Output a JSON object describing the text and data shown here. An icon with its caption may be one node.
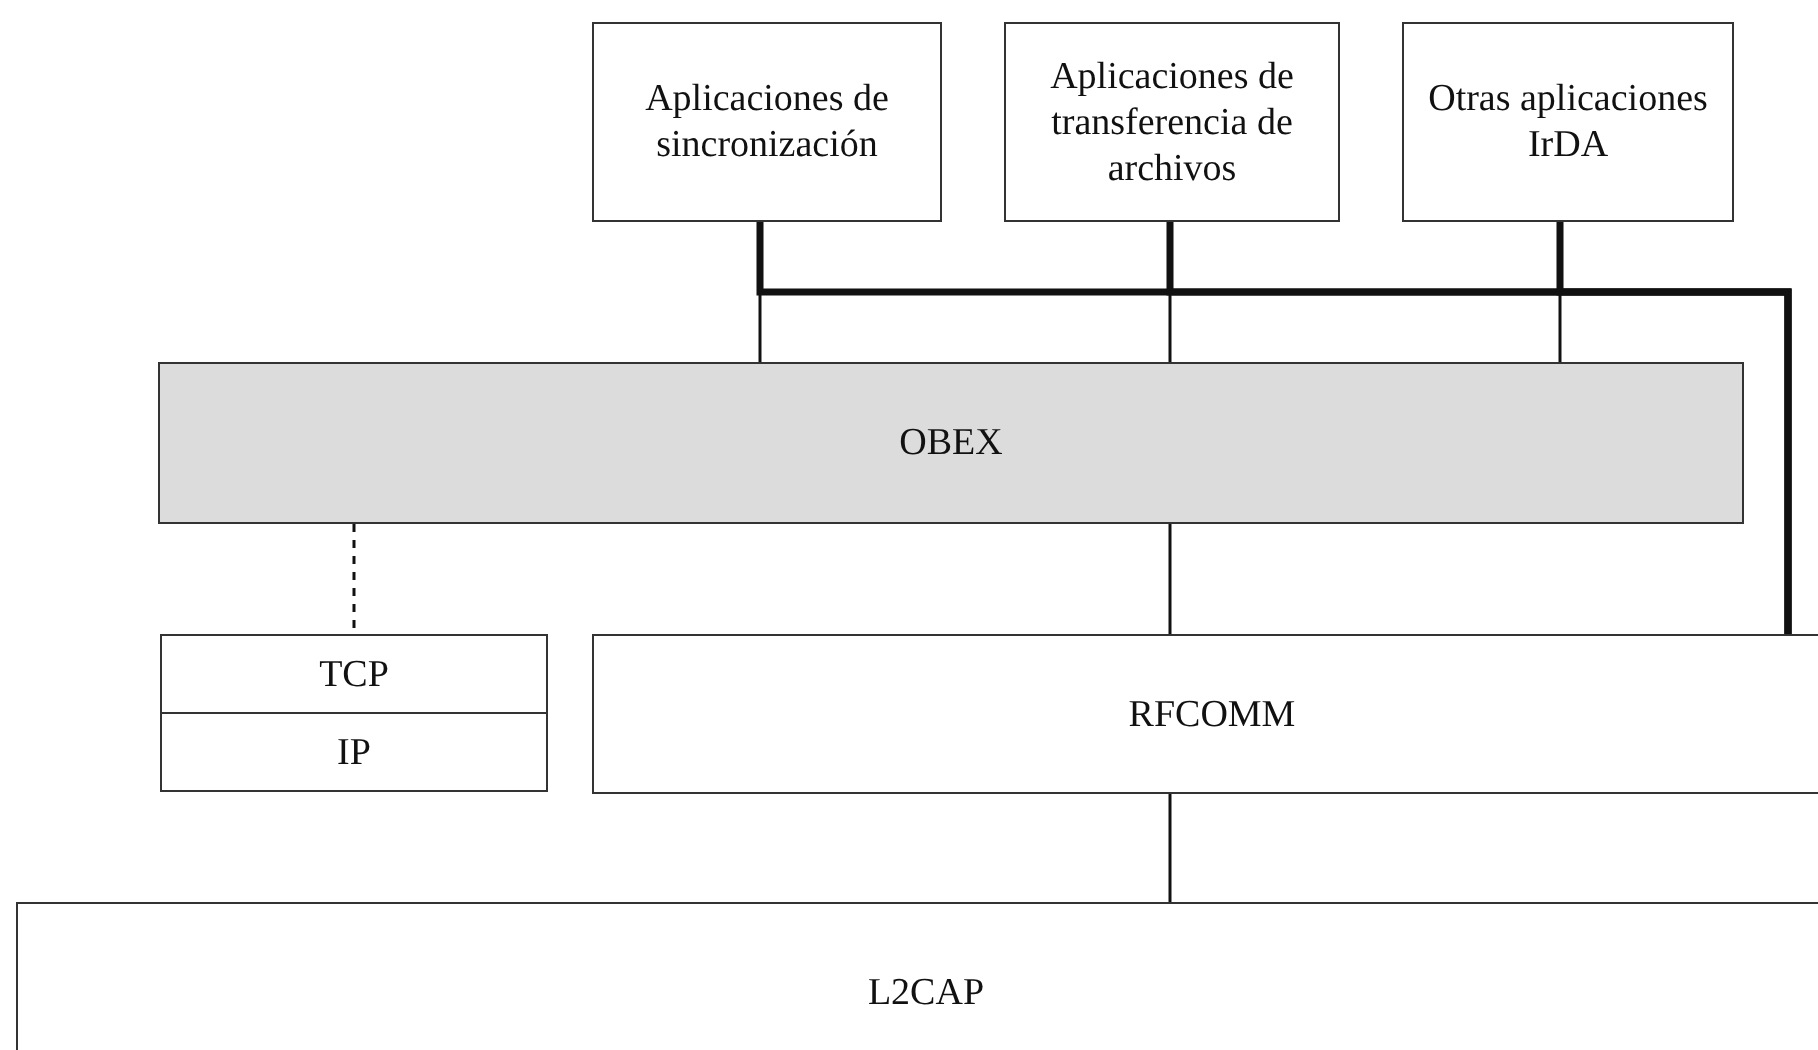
{
  "diagram": {
    "nodes": [
      {
        "text": [
          "Aplicaciones de sincronización"
        ]
      },
      {
        "text": [
          "Aplicaciones de transferencia de archivos"
        ]
      },
      {
        "text": [
          "Otras aplicaciones IrDA"
        ]
      },
      {
        "text": [
          "OBEX"
        ]
      },
      {
        "text": [
          "TCP"
        ]
      },
      {
        "text": [
          "IP"
        ]
      },
      {
        "text": [
          "RFCOMM"
        ]
      },
      {
        "text": [
          "L2CAP"
        ]
      }
    ],
    "edges": [
      {
        "from": 0,
        "to": 3,
        "arrow": "none"
      },
      {
        "from": 1,
        "to": 3,
        "arrow": "none"
      },
      {
        "from": 2,
        "to": 3,
        "arrow": "none"
      },
      {
        "from": 0,
        "to": 6,
        "arrow": "none",
        "style": "thick"
      },
      {
        "from": 1,
        "to": 6,
        "arrow": "none",
        "style": "thick"
      },
      {
        "from": 2,
        "to": 6,
        "arrow": "none",
        "style": "thick"
      },
      {
        "from": 3,
        "to": 4,
        "arrow": "none",
        "style": "dashed"
      },
      {
        "from": 3,
        "to": 6,
        "arrow": "none"
      },
      {
        "from": 6,
        "to": 7,
        "arrow": "none"
      }
    ]
  }
}
